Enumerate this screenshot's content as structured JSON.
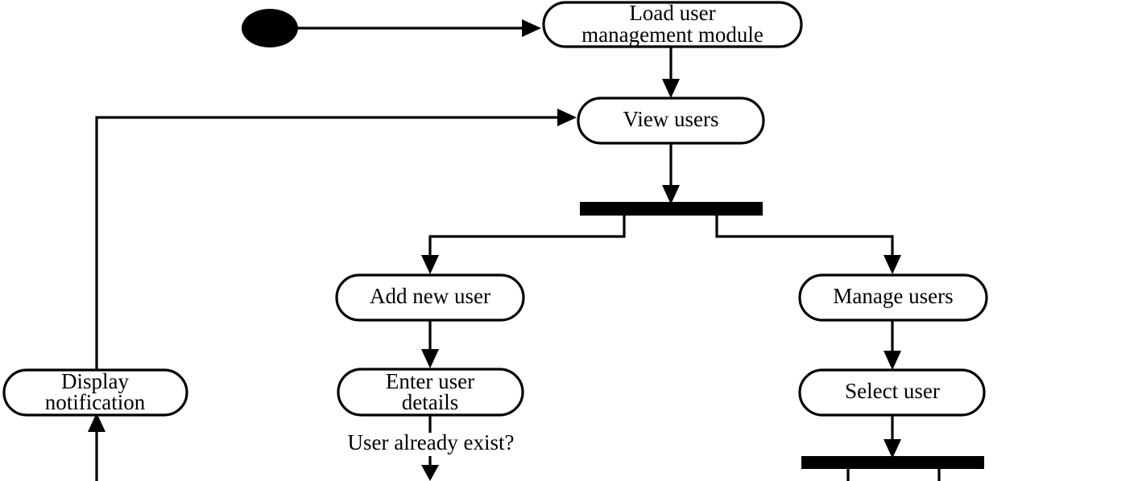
{
  "diagram": {
    "type": "uml-activity-diagram",
    "title": "User Management Module Activity Diagram",
    "background_color": "#ffffff",
    "line_color": "#000000",
    "node_fill": "#ffffff",
    "nodes": [
      {
        "id": "initial",
        "kind": "initial-node",
        "label": ""
      },
      {
        "id": "load-module",
        "kind": "action",
        "label_line1": "Load user",
        "label_line2": "management  module"
      },
      {
        "id": "view-users",
        "kind": "action",
        "label_line1": "View users",
        "label_line2": ""
      },
      {
        "id": "fork-1",
        "kind": "fork-bar",
        "label": ""
      },
      {
        "id": "add-new-user",
        "kind": "action",
        "label_line1": "Add new user",
        "label_line2": ""
      },
      {
        "id": "manage-users",
        "kind": "action",
        "label_line1": "Manage users",
        "label_line2": ""
      },
      {
        "id": "enter-user-details",
        "kind": "action",
        "label_line1": "Enter user",
        "label_line2": "details"
      },
      {
        "id": "select-user",
        "kind": "action",
        "label_line1": "Select user",
        "label_line2": ""
      },
      {
        "id": "display-notification",
        "kind": "action",
        "label_line1": "Display",
        "label_line2": "notification"
      },
      {
        "id": "fork-2",
        "kind": "fork-bar",
        "label": ""
      }
    ],
    "guards": [
      {
        "id": "user-exists-guard",
        "label": "User already exist?"
      }
    ]
  }
}
